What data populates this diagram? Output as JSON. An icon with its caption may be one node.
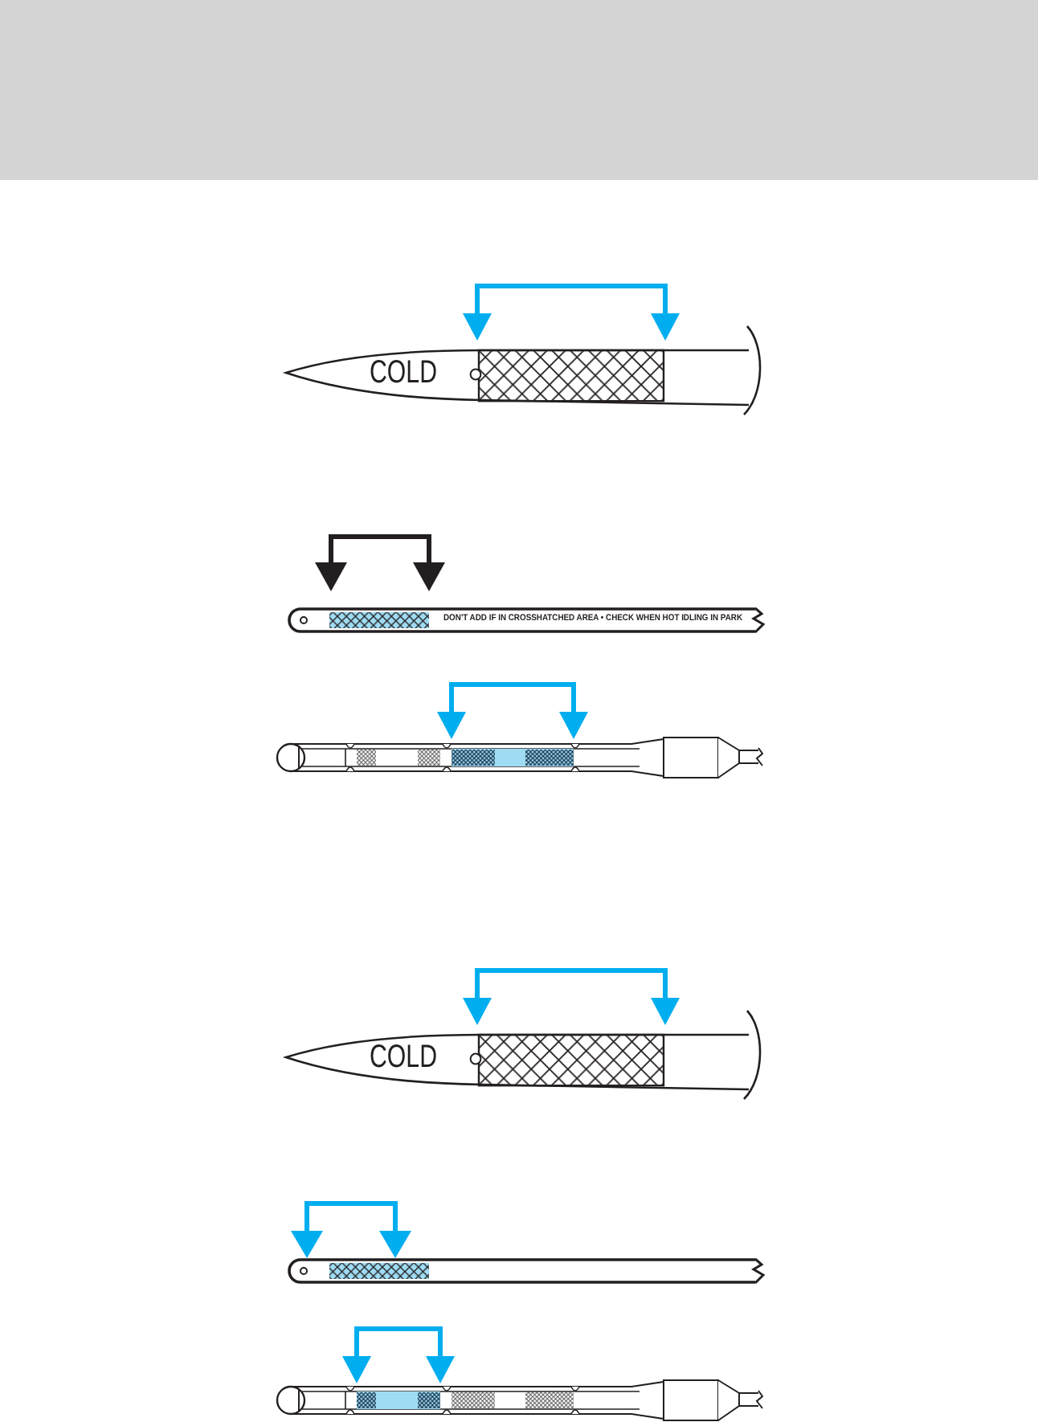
{
  "diagram": {
    "labels": [
      "COLD",
      "DON'T ADD IF IN CROSSHATCHED AREA • CHECK WHEN HOT IDLING IN PARK",
      "COLD"
    ]
  }
}
